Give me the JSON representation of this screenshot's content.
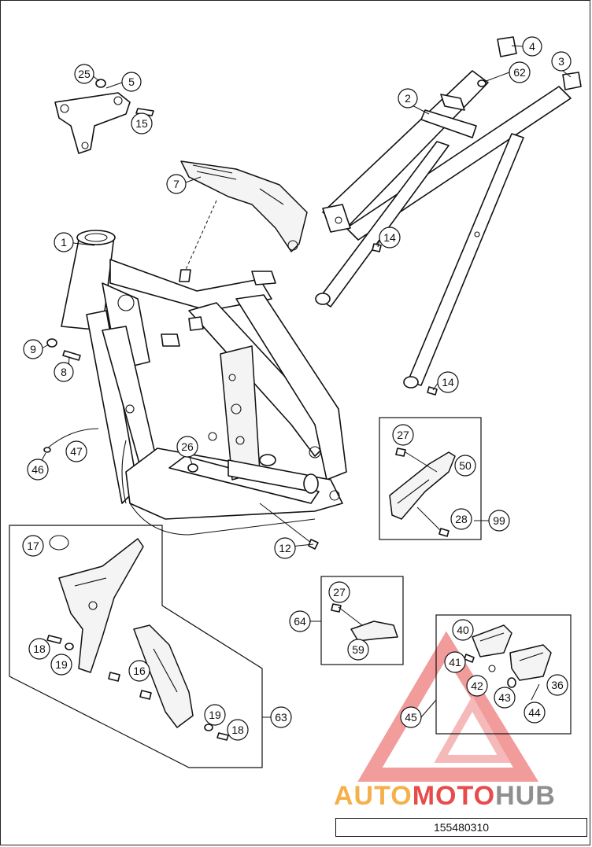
{
  "diagram": {
    "callouts": [
      "1",
      "2",
      "3",
      "4",
      "5",
      "7",
      "8",
      "9",
      "12",
      "14",
      "14",
      "15",
      "16",
      "17",
      "18",
      "18",
      "19",
      "19",
      "25",
      "26",
      "27",
      "27",
      "28",
      "36",
      "40",
      "41",
      "42",
      "43",
      "44",
      "45",
      "46",
      "47",
      "50",
      "59",
      "62",
      "63",
      "64",
      "99"
    ]
  },
  "watermark": {
    "brand_part1": "AUTO",
    "brand_part2": "MOTO",
    "brand_part3": "HUB",
    "colors": {
      "auto": "#f5b04a",
      "moto": "#e84b4b",
      "hub": "#8f8f8f"
    }
  },
  "doc_number": "155480310"
}
